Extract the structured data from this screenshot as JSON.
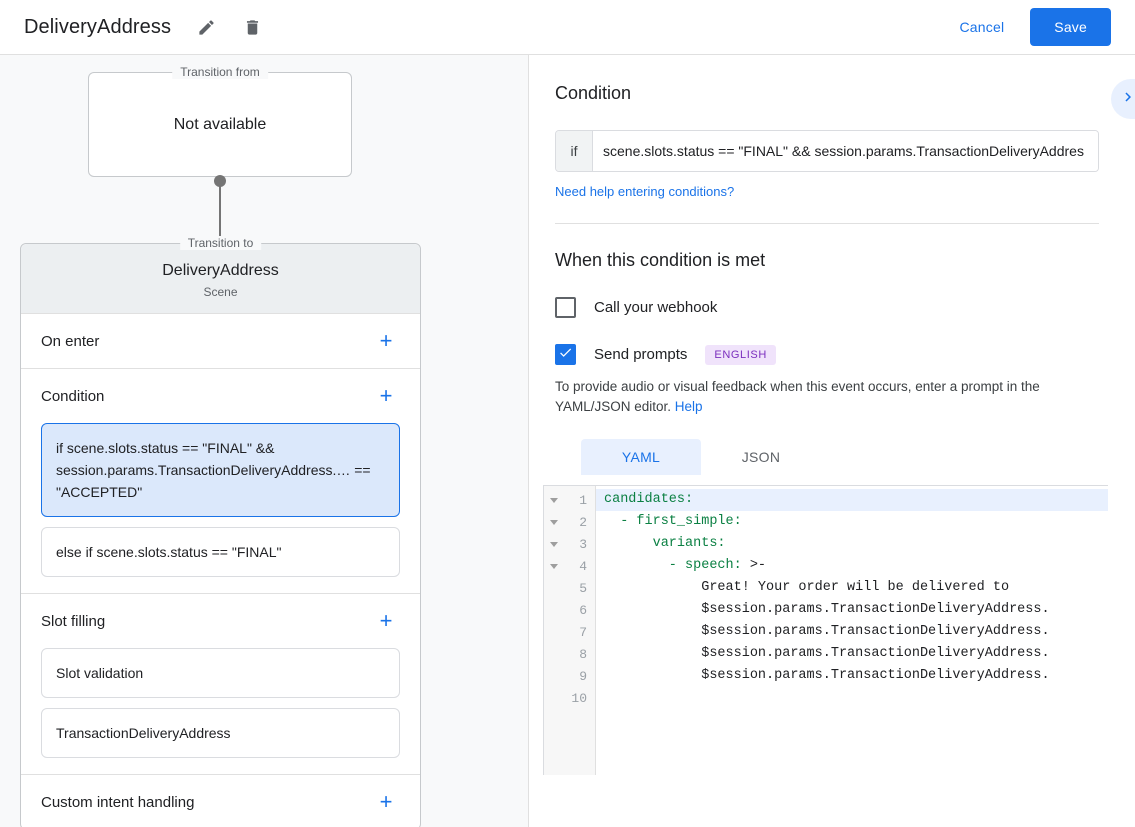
{
  "topbar": {
    "title": "DeliveryAddress",
    "edit_icon": "pencil-icon",
    "delete_icon": "trash-icon",
    "cancel_label": "Cancel",
    "save_label": "Save"
  },
  "left": {
    "transition_from": {
      "legend": "Transition from",
      "value": "Not available"
    },
    "transition_to": {
      "legend": "Transition to",
      "title": "DeliveryAddress",
      "subtitle": "Scene"
    },
    "sections": [
      {
        "title": "On enter",
        "add_label": "+",
        "items": []
      },
      {
        "title": "Condition",
        "add_label": "+",
        "items": [
          {
            "text": "if scene.slots.status == \"FINAL\" && session.params.TransactionDeliveryAddress.… == \"ACCEPTED\"",
            "selected": true
          },
          {
            "text": "else if scene.slots.status == \"FINAL\"",
            "selected": false
          }
        ]
      },
      {
        "title": "Slot filling",
        "add_label": "+",
        "items": [
          {
            "text": "Slot validation",
            "selected": false
          },
          {
            "text": "TransactionDeliveryAddress",
            "selected": false
          }
        ]
      },
      {
        "title": "Custom intent handling",
        "add_label": "+",
        "items": []
      }
    ]
  },
  "right": {
    "condition": {
      "heading": "Condition",
      "if_label": "if",
      "value": "scene.slots.status == \"FINAL\" && session.params.TransactionDeliveryAddres",
      "help_link": "Need help entering conditions?",
      "expand_icon": "chevron-right-icon"
    },
    "when_met": {
      "heading": "When this condition is met",
      "webhook": {
        "label": "Call your webhook",
        "checked": false
      },
      "prompts": {
        "label": "Send prompts",
        "checked": true,
        "badge": "ENGLISH"
      },
      "hint_text": "To provide audio or visual feedback when this event occurs, enter a prompt in the YAML/JSON editor. ",
      "hint_link": "Help"
    },
    "editor": {
      "tabs": [
        {
          "label": "YAML",
          "active": true
        },
        {
          "label": "JSON",
          "active": false
        }
      ],
      "lines": [
        {
          "n": "1",
          "fold": true,
          "highlight": true,
          "indent": 0,
          "key": "candidates:",
          "rest": ""
        },
        {
          "n": "2",
          "fold": true,
          "highlight": false,
          "indent": 2,
          "key": "- first_simple:",
          "rest": ""
        },
        {
          "n": "3",
          "fold": true,
          "highlight": false,
          "indent": 6,
          "key": "variants:",
          "rest": ""
        },
        {
          "n": "4",
          "fold": true,
          "highlight": false,
          "indent": 8,
          "key": "- speech:",
          "rest": " >-"
        },
        {
          "n": "5",
          "fold": false,
          "highlight": false,
          "indent": 12,
          "key": "",
          "rest": "Great! Your order will be delivered to"
        },
        {
          "n": "6",
          "fold": false,
          "highlight": false,
          "indent": 12,
          "key": "",
          "rest": "$session.params.TransactionDeliveryAddress."
        },
        {
          "n": "7",
          "fold": false,
          "highlight": false,
          "indent": 12,
          "key": "",
          "rest": "$session.params.TransactionDeliveryAddress."
        },
        {
          "n": "8",
          "fold": false,
          "highlight": false,
          "indent": 12,
          "key": "",
          "rest": "$session.params.TransactionDeliveryAddress."
        },
        {
          "n": "9",
          "fold": false,
          "highlight": false,
          "indent": 12,
          "key": "",
          "rest": "$session.params.TransactionDeliveryAddress."
        },
        {
          "n": "10",
          "fold": false,
          "highlight": false,
          "indent": 0,
          "key": "",
          "rest": ""
        }
      ]
    }
  },
  "colors": {
    "accent": "#1a73e8",
    "selected_bg": "#dbe8fb",
    "badge_bg": "#f0e3fb",
    "badge_fg": "#7b2fbe",
    "yaml_key": "#0b8043"
  }
}
